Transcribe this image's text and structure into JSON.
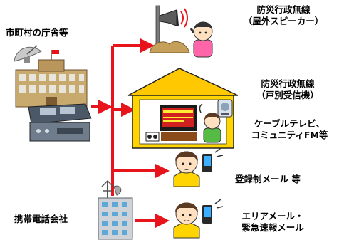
{
  "labels": {
    "city_office": "市町村の庁舎等",
    "carrier": "携帯電話会社",
    "outdoor_line1": "防災行政無線",
    "outdoor_line2": "（屋外スピーカー）",
    "household_line1": "防災行政無線",
    "household_line2": "（戸別受信機）",
    "cable_line1": "ケーブルテレビ、",
    "cable_line2": "コミュニティFM等",
    "registered_mail": "登録制メール 等",
    "area_line1": "エリアメール・",
    "area_line2": "緊急速報メール"
  },
  "icons": {
    "satellite_dish": "satellite-dish-icon",
    "government_building": "building-icon",
    "control_console": "console-icon",
    "loudspeaker_pole": "loudspeaker-icon",
    "house": "house-icon",
    "household_receiver": "radio-receiver-icon",
    "television": "tv-icon",
    "cell_tower": "antenna-icon",
    "mobile_phone": "phone-icon"
  },
  "colors": {
    "arrow": "#e8141b",
    "house_wall": "#ffd400",
    "house_roof": "#ffc800",
    "phone_screen": "#3ab0ff"
  }
}
